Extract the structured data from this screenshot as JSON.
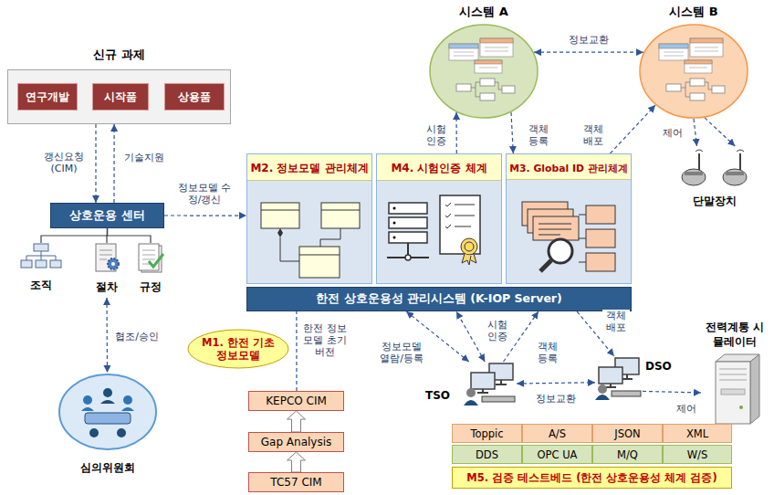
{
  "diagram": {
    "nodes": [
      {
        "text": [
          "신규 과제"
        ]
      },
      {
        "text": [
          "연구개발"
        ],
        "in": 0
      },
      {
        "text": [
          "시작품"
        ],
        "in": 0
      },
      {
        "text": [
          "상용품"
        ],
        "in": 0
      },
      {
        "text": [
          "상호운용 센터"
        ]
      },
      {
        "text": [
          "조직"
        ]
      },
      {
        "text": [
          "절차"
        ]
      },
      {
        "text": [
          "규정"
        ]
      },
      {
        "text": [
          "심의위원회"
        ]
      },
      {
        "text": [
          "M2. 정보모델 관리체계"
        ]
      },
      {
        "text": [
          "M4. 시험인증 체계"
        ]
      },
      {
        "text": [
          "M3. Global ID 관리체계"
        ]
      },
      {
        "text": [
          "한전 상호운용성 관리시스템 (K-IOP Server)"
        ]
      },
      {
        "text": [
          "시스템 A"
        ]
      },
      {
        "text": [
          "시스템 B"
        ]
      },
      {
        "text": [
          "단말장치"
        ]
      },
      {
        "text": [
          "M1. 한전 기초정보모델"
        ]
      },
      {
        "text": [
          "KEPCO CIM"
        ]
      },
      {
        "text": [
          "Gap Analysis"
        ]
      },
      {
        "text": [
          "TC57 CIM"
        ]
      },
      {
        "text": [
          "TSO"
        ]
      },
      {
        "text": [
          "DSO"
        ]
      },
      {
        "text": [
          "전력계통 시뮬레이터"
        ]
      },
      {
        "text": [
          "M5. 검증 테스트베드 (한전 상호운용성 체계 검증)"
        ]
      }
    ],
    "edges": [
      {
        "from": 1,
        "to": 2,
        "arrow": "to"
      },
      {
        "from": 2,
        "to": 3,
        "arrow": "to"
      },
      {
        "from": 0,
        "to": 4,
        "label": "갱신요청 (CIM)",
        "arrow": "to"
      },
      {
        "from": 4,
        "to": 0,
        "label": "기술지원",
        "arrow": "to"
      },
      {
        "from": 4,
        "to": 5,
        "arrow": "none"
      },
      {
        "from": 4,
        "to": 6,
        "arrow": "none"
      },
      {
        "from": 4,
        "to": 7,
        "arrow": "none"
      },
      {
        "from": 6,
        "to": 8,
        "label": "협조/승인",
        "arrow": "both"
      },
      {
        "from": 4,
        "to": 9,
        "label": "정보모델 수정/갱신",
        "arrow": "to"
      },
      {
        "from": 13,
        "to": 14,
        "label": "정보교환",
        "arrow": "both"
      },
      {
        "from": 10,
        "to": 13,
        "label": "시험 인증",
        "arrow": "to"
      },
      {
        "from": 13,
        "to": 11,
        "label": "객체 등록",
        "arrow": "to"
      },
      {
        "from": 11,
        "to": 14,
        "label": "객체 배포",
        "arrow": "to"
      },
      {
        "from": 14,
        "to": 15,
        "label": "제어",
        "arrow": "to"
      },
      {
        "from": 19,
        "to": 18,
        "arrow": "to"
      },
      {
        "from": 18,
        "to": 17,
        "arrow": "to"
      },
      {
        "from": 17,
        "to": 12,
        "label": "한전 정보모델 초기버전",
        "arrow": "none"
      },
      {
        "from": 20,
        "to": 12,
        "label": "정보모델 열람/등록",
        "arrow": "both"
      },
      {
        "from": 20,
        "to": 12,
        "label": "시험 인증",
        "arrow": "both"
      },
      {
        "from": 20,
        "to": 12,
        "label": "객체 등록",
        "arrow": "to"
      },
      {
        "from": 12,
        "to": 21,
        "label": "객체 배포",
        "arrow": "to"
      },
      {
        "from": 20,
        "to": 21,
        "label": "정보교환",
        "arrow": "both"
      },
      {
        "from": 21,
        "to": 22,
        "label": "제어",
        "arrow": "to"
      }
    ],
    "labels": [
      "Toppic",
      "A/S",
      "JSON",
      "XML",
      "DDS",
      "OPC UA",
      "M/Q",
      "W/S"
    ]
  }
}
